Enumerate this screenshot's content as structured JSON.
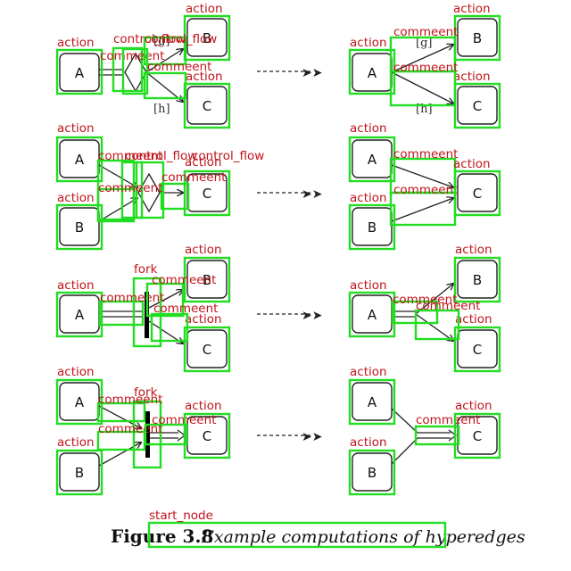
{
  "labels": {
    "action": "action",
    "comment": "commeent",
    "control_flow": "control_flow",
    "fork": "fork",
    "start_node": "start_node"
  },
  "nodes": {
    "A": "A",
    "B": "B",
    "C": "C"
  },
  "conditions": {
    "g": "[g]",
    "h": "[h]"
  },
  "caption": {
    "number": "Figure 3.8",
    "text": "Example computations of hyperedges"
  },
  "colors": {
    "annotation_box": "#22dd22",
    "annotation_label": "#c0141c"
  }
}
